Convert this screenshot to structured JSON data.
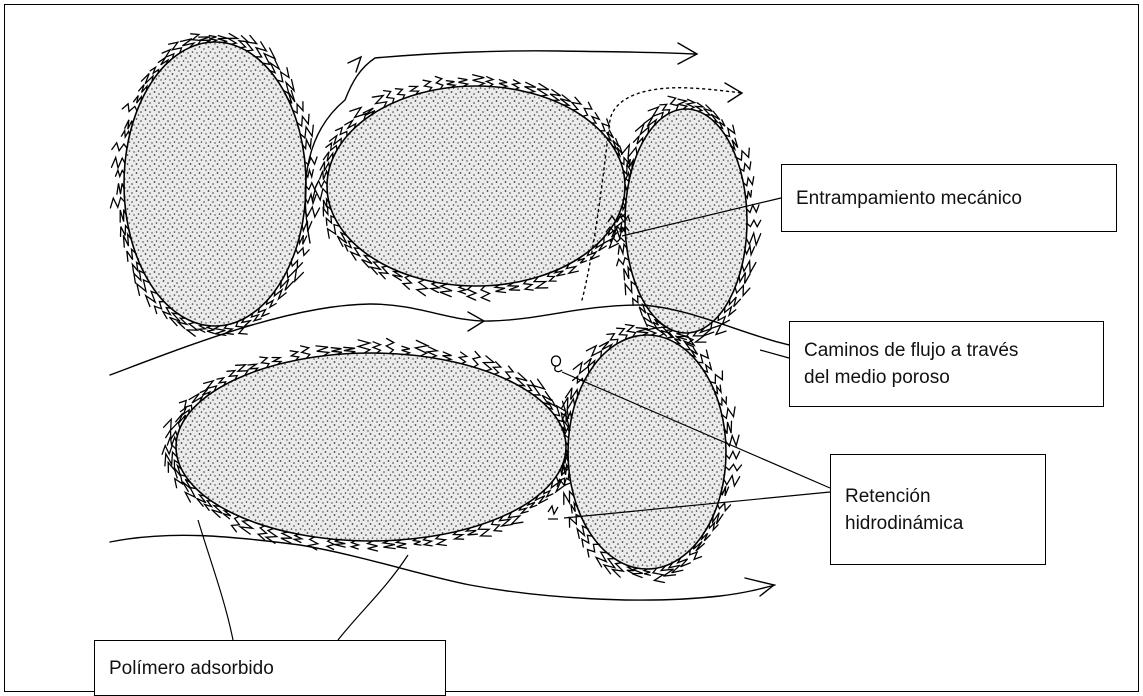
{
  "labels": {
    "mechanical_entrapment": "Entrampamiento mecánico",
    "flow_paths": "Caminos de flujo a través del medio poroso",
    "flow_paths_line1": "Caminos de flujo a través",
    "flow_paths_line2": "del medio poroso",
    "hydrodynamic_retention": "Retención hidrodinámica",
    "hydrodynamic_retention_line1": "Retención",
    "hydrodynamic_retention_line2": "hidrodinámica",
    "adsorbed_polymer": "Polímero adsorbido"
  },
  "colors": {
    "ink": "#000000",
    "background": "#ffffff",
    "grain_fill": "#ebebeb",
    "stipple": "#3a3a3a"
  }
}
